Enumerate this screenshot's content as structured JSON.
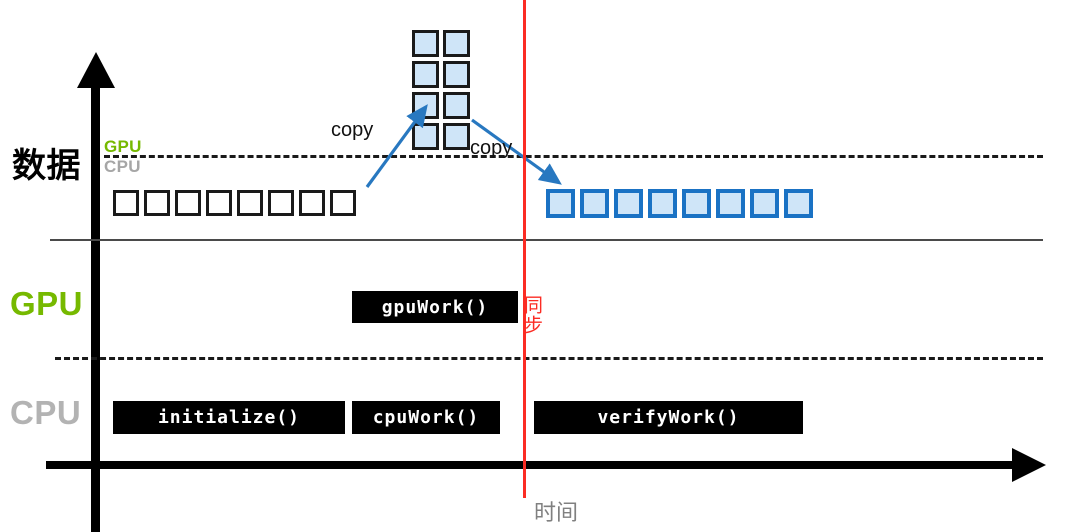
{
  "diagram": {
    "title": "CUDA GPU/CPU timeline with synchronization",
    "colors": {
      "gpu_green": "#76b900",
      "cpu_gray": "#b3b3b3",
      "sync_red": "#fb2c24",
      "copy_blue": "#1a72c4",
      "data_blue_fill": "#cfe5f8",
      "box_black": "#000000"
    }
  },
  "axes": {
    "y_label": "数据",
    "x_label": "时间"
  },
  "rows": {
    "data_label": "数据",
    "gpu_label": "GPU",
    "cpu_label": "CPU"
  },
  "data_lane": {
    "gpu_marker": "GPU",
    "cpu_marker": "CPU",
    "cpu_squares_count": 8,
    "gpu_result_squares_count": 8,
    "gpu_memory_grid": {
      "columns": 2,
      "rows": 4,
      "count": 8
    }
  },
  "arrows": {
    "copy_up_label": "copy",
    "copy_down_label": "copy"
  },
  "sync": {
    "label": "同步"
  },
  "timeline": {
    "gpu_tasks": [
      {
        "name": "gpuWork()"
      }
    ],
    "cpu_tasks": [
      {
        "name": "initialize()"
      },
      {
        "name": "cpuWork()"
      },
      {
        "name": "verifyWork()"
      }
    ]
  }
}
